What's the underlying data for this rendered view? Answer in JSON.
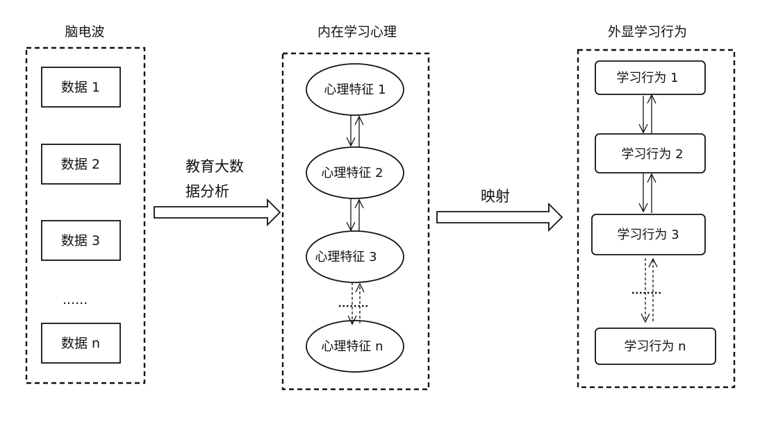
{
  "eeg": {
    "title": "脑电波",
    "items": [
      "数据 1",
      "数据 2",
      "数据 3",
      "数据 n"
    ],
    "ellipsis": "......"
  },
  "arrow1": {
    "line1": "教育大数",
    "line2": "据分析"
  },
  "psych": {
    "title": "内在学习心理",
    "items": [
      "心理特征 1",
      "心理特征 2",
      "心理特征 3",
      "心理特征 n"
    ]
  },
  "arrow2": {
    "label": "映射"
  },
  "behavior": {
    "title": "外显学习行为",
    "items": [
      "学习行为 1",
      "学习行为 2",
      "学习行为 3",
      "学习行为 n"
    ]
  }
}
